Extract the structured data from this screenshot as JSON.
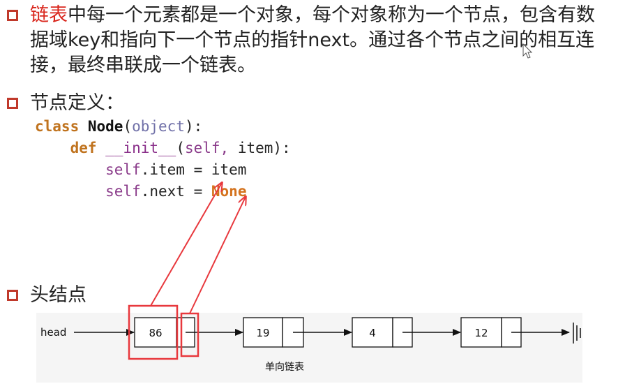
{
  "bullets": [
    {
      "highlight": "链表",
      "text": "中每一个元素都是一个对象，每个对象称为一个节点，包含有数据域key和指向下一个节点的指针next。通过各个节点之间的相互连接，最终串联成一个链表。"
    },
    {
      "text": "节点定义："
    },
    {
      "text": "头结点"
    }
  ],
  "code": {
    "class_kw": "class",
    "class_name": "Node",
    "lparen": "(",
    "base": "object",
    "rparen_colon": "):",
    "def_kw": "def",
    "init_name": "__init__",
    "params_open": "(",
    "self_param": "self,",
    "params_rest": " item):",
    "line3_self": "self",
    "line3_rest": ".item = item",
    "line4_self": "self",
    "line4_mid": ".next = ",
    "none_kw": "None"
  },
  "linked_list": {
    "head_label": "head",
    "nodes": [
      "86",
      "19",
      "4",
      "12"
    ],
    "caption": "单向链表"
  },
  "colors": {
    "bullet": "#c0392b",
    "highlight": "#d9261c",
    "annotation": "#e8383d",
    "keyword": "#c0731e"
  }
}
